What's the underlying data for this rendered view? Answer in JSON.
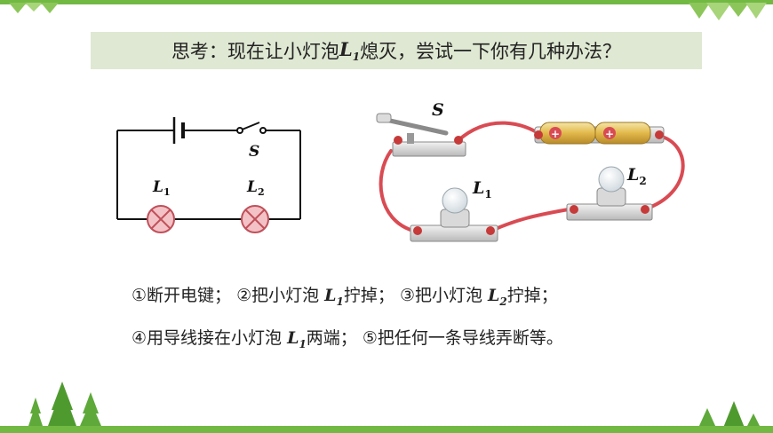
{
  "question": {
    "prefix": "思考：现在让小灯泡 ",
    "symbol_letter": "L",
    "symbol_sub": "1",
    "suffix": "熄灭，尝试一下你有几种办法？"
  },
  "schematic": {
    "switch_label": "S",
    "lamp1_letter": "L",
    "lamp1_sub": "1",
    "lamp2_letter": "L",
    "lamp2_sub": "2"
  },
  "physical": {
    "switch_label": "S",
    "lamp1_letter": "L",
    "lamp1_sub": "1",
    "lamp2_letter": "L",
    "lamp2_sub": "2",
    "battery_sign": "+"
  },
  "answers": {
    "line1": {
      "a1": "①断开电键；",
      "a2_prefix": "②把小灯泡 ",
      "a2_letter": "L",
      "a2_sub": "1",
      "a2_suffix": "拧掉；",
      "a3_prefix": "③把小灯泡 ",
      "a3_letter": "L",
      "a3_sub": "2",
      "a3_suffix": "拧掉；"
    },
    "line2": {
      "a4_prefix": "④用导线接在小灯泡 ",
      "a4_letter": "L",
      "a4_sub": "1",
      "a4_suffix": "两端；",
      "a5": "⑤把任何一条导线弄断等。"
    }
  },
  "colors": {
    "accent": "#72b943",
    "wire": "#d94b53",
    "lamp_fill": "#f3c2c6",
    "box": "#dfe8d2"
  }
}
